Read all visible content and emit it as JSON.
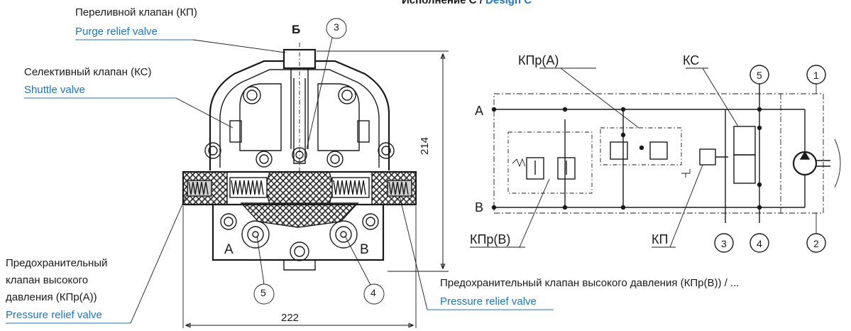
{
  "header": {
    "title_ru": "Исполнение С",
    "separator": " / ",
    "title_en": "Design C"
  },
  "labels": {
    "purge_ru": "Переливной клапан (КП)",
    "purge_en": "Purge relief valve",
    "shuttle_ru": "Селективный клапан (КС)",
    "shuttle_en": "Shuttle valve",
    "view_b": "Б",
    "prv_a_ru_1": "Предохранительный",
    "prv_a_ru_2": "клапан высокого",
    "prv_a_ru_3": "давления (КПр(A))",
    "prv_a_en": "Pressure relief valve",
    "prv_b_ru": "Предохранительный клапан высокого давления (КПр(B)) / ...",
    "prv_b_en": "Pressure relief valve",
    "port_a": "A",
    "port_b": "B",
    "dim_width": "222",
    "dim_height": "214"
  },
  "drawing_callouts": {
    "c3": "3",
    "c4": "4",
    "c5": "5"
  },
  "schematic": {
    "kpr_a": "КПр(A)",
    "kpr_b": "КПр(B)",
    "ks": "КС",
    "kp": "КП",
    "line_a": "A",
    "line_b": "B",
    "n1": "1",
    "n2": "2",
    "n3": "3",
    "n4": "4",
    "n5": "5"
  },
  "colors": {
    "text": "#1a1a1a",
    "accent": "#1f73c8"
  }
}
